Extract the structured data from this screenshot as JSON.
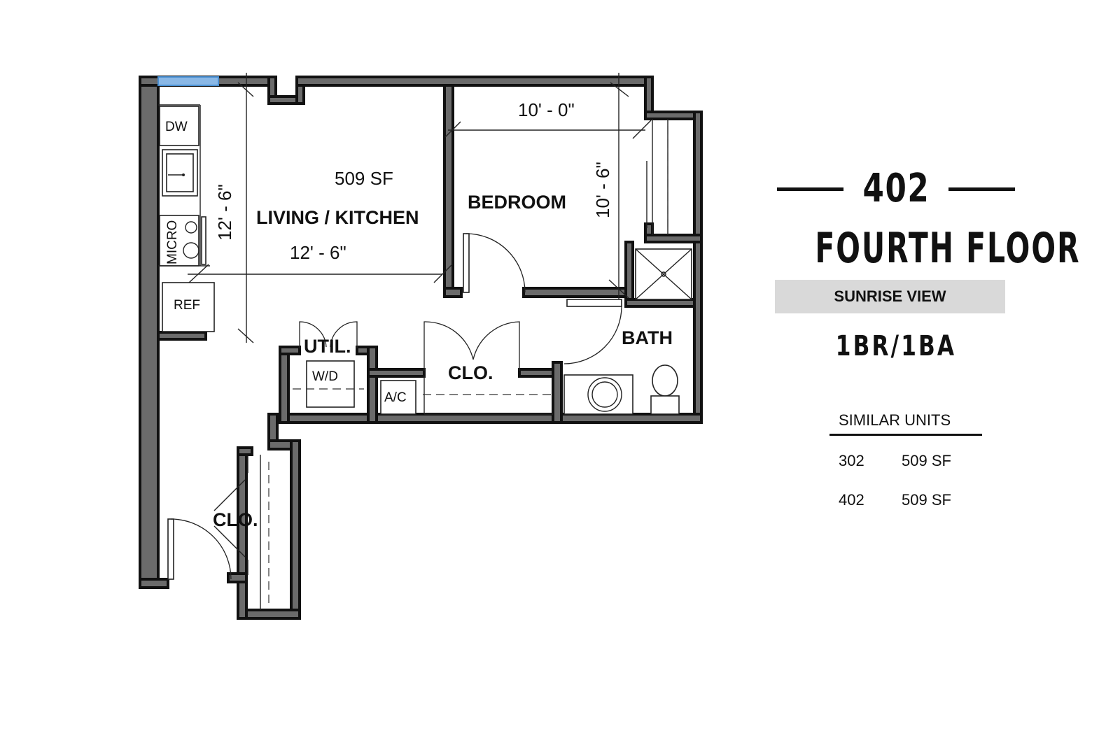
{
  "unit": {
    "number": "402",
    "floor": "FOURTH FLOOR",
    "view": "SUNRISE VIEW",
    "type": "1BR/1BA"
  },
  "similar_units": {
    "heading": "SIMILAR UNITS",
    "rows": [
      {
        "unit": "302",
        "area": "509 SF"
      },
      {
        "unit": "402",
        "area": "509 SF"
      }
    ]
  },
  "plan": {
    "area": "509 SF",
    "living_kitchen": {
      "label": "LIVING / KITCHEN",
      "width": "12' - 6\"",
      "depth": "12' - 6\""
    },
    "bedroom": {
      "label": "BEDROOM",
      "width": "10' - 0\"",
      "depth": "10' - 6\""
    },
    "bath": "BATH",
    "utility": "UTIL.",
    "closet_hall": "CLO.",
    "closet_entry": "CLO.",
    "appliances": {
      "dishwasher": "DW",
      "microwave": "MICRO",
      "refrigerator": "REF",
      "washer_dryer": "W/D",
      "ac": "A/C"
    }
  },
  "colors": {
    "wall_fill": "#6b6b6b",
    "window_highlight": "#8ab8e6",
    "view_bar": "#d9d9d9"
  }
}
